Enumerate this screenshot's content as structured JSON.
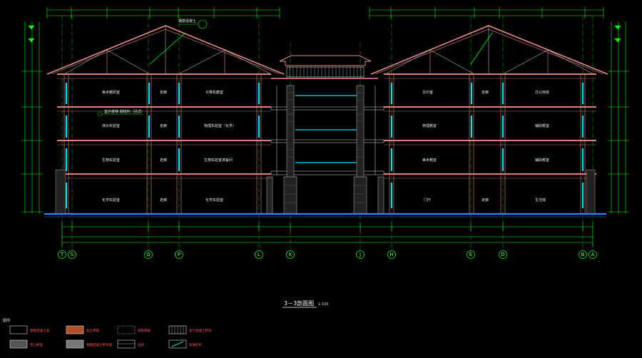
{
  "drawing": {
    "title": "3－3剖面图",
    "scale": "1:100",
    "annotation": "钢筋混凝土",
    "room_note": "室外楼梯 钢结构（另详）"
  },
  "axes": [
    "T",
    "S",
    "Q",
    "P",
    "L",
    "K",
    "J",
    "H",
    "E",
    "D",
    "B",
    "A"
  ],
  "rooms": [
    {
      "id": "r1",
      "label": "美术教研室"
    },
    {
      "id": "r2",
      "label": "走廊"
    },
    {
      "id": "r3",
      "label": "计算机教室"
    },
    {
      "id": "r4",
      "label": "演示实验室"
    },
    {
      "id": "r5",
      "label": "走廊"
    },
    {
      "id": "r6",
      "label": "物理实验室（化学）"
    },
    {
      "id": "r7",
      "label": "生物实验室"
    },
    {
      "id": "r8",
      "label": "走廊"
    },
    {
      "id": "r9",
      "label": "生物实验室准备间"
    },
    {
      "id": "r10",
      "label": "化学实验室"
    },
    {
      "id": "r11",
      "label": "走廊"
    },
    {
      "id": "r12",
      "label": "化学实验室"
    },
    {
      "id": "r13",
      "label": "文印室"
    },
    {
      "id": "r14",
      "label": "走廊"
    },
    {
      "id": "r15",
      "label": "办公用房"
    },
    {
      "id": "r16",
      "label": "物理教室"
    },
    {
      "id": "r17",
      "label": "辅助教室"
    },
    {
      "id": "r18",
      "label": "美术教室"
    },
    {
      "id": "r19",
      "label": "辅助教室"
    },
    {
      "id": "r20",
      "label": "门厅"
    },
    {
      "id": "r21",
      "label": "走廊"
    },
    {
      "id": "r22",
      "label": "生活馆"
    }
  ],
  "legend": {
    "heading": "图例",
    "items": [
      {
        "label": "钢筋混凝土墙",
        "color": "#ff5a5a"
      },
      {
        "label": "粘土砖墙",
        "color": "#ff5a5a"
      },
      {
        "label": "轻质隔墙",
        "color": "#ff5a5a"
      },
      {
        "label": "加气混凝土砌块",
        "color": "#ff5a5a"
      },
      {
        "label": "空心砖墙",
        "color": "#ff5a5a"
      },
      {
        "label": "钢筋混凝土砌块墙",
        "color": "#ff5a5a"
      },
      {
        "label": "石材",
        "color": "#ff5a5a"
      },
      {
        "label": "玻璃栏杆",
        "color": "#ff5a5a"
      }
    ]
  },
  "colors": {
    "background": "#000000",
    "gridline": "#00ff00",
    "dimension": "#7dff7d",
    "roof": "#e88a8a",
    "floor": "#d98080",
    "window": "#00e0ff",
    "ground": "#3f7fff",
    "masonry": "#a0a0a0"
  }
}
